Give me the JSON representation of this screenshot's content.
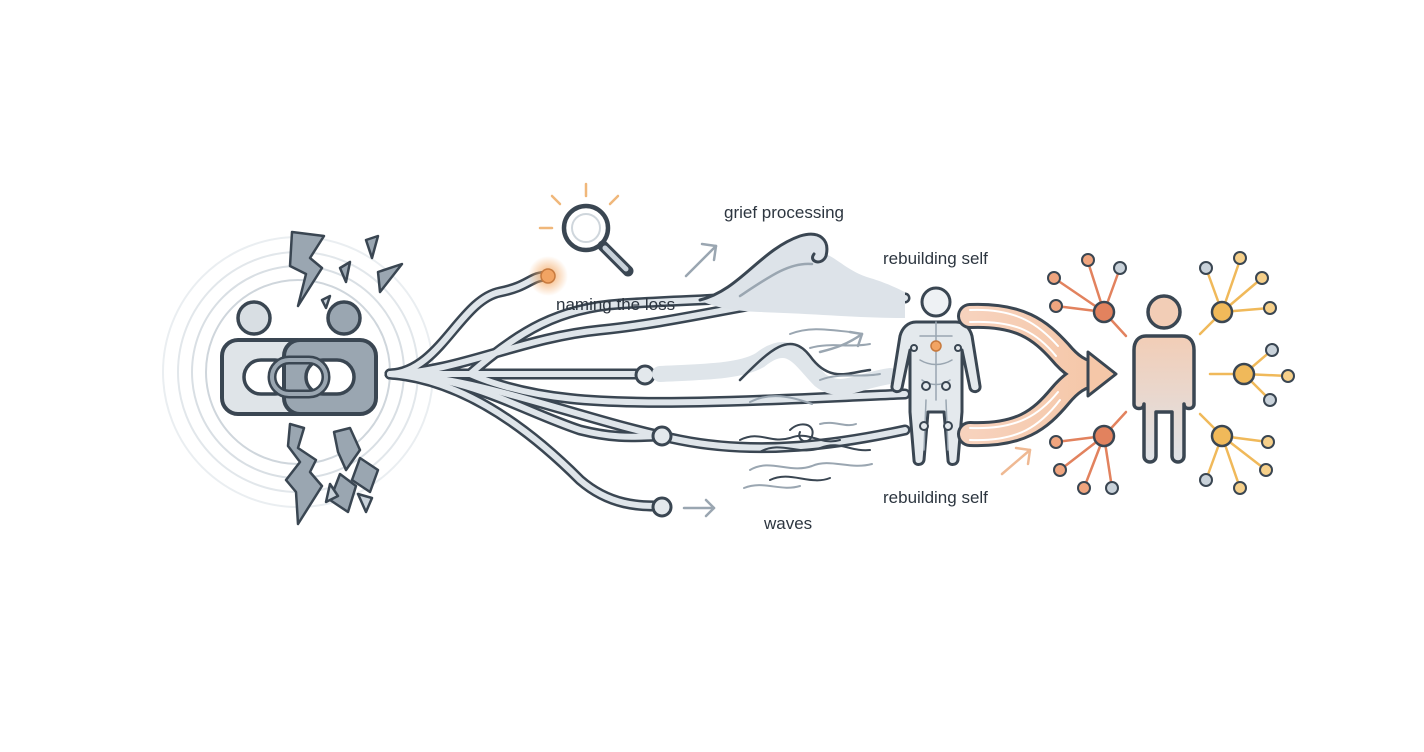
{
  "labels": {
    "naming": "naming the loss",
    "grief": "grief processing",
    "rebuild_top": "rebuilding self",
    "rebuild_bottom": "rebuilding self",
    "waves": "waves"
  },
  "icons": {
    "broken_bond": "linked-people-broken-icon",
    "magnifier": "magnifying-glass-icon",
    "body": "human-body-outline-icon",
    "person": "person-icon",
    "networks": "connection-network-icon"
  },
  "colors": {
    "stroke": "#3a4652",
    "channel": "#c9d2da",
    "glow": "#f0a05a",
    "coral": "#e2825e",
    "amber": "#f0b95a",
    "skin": "#f2d3bd"
  }
}
